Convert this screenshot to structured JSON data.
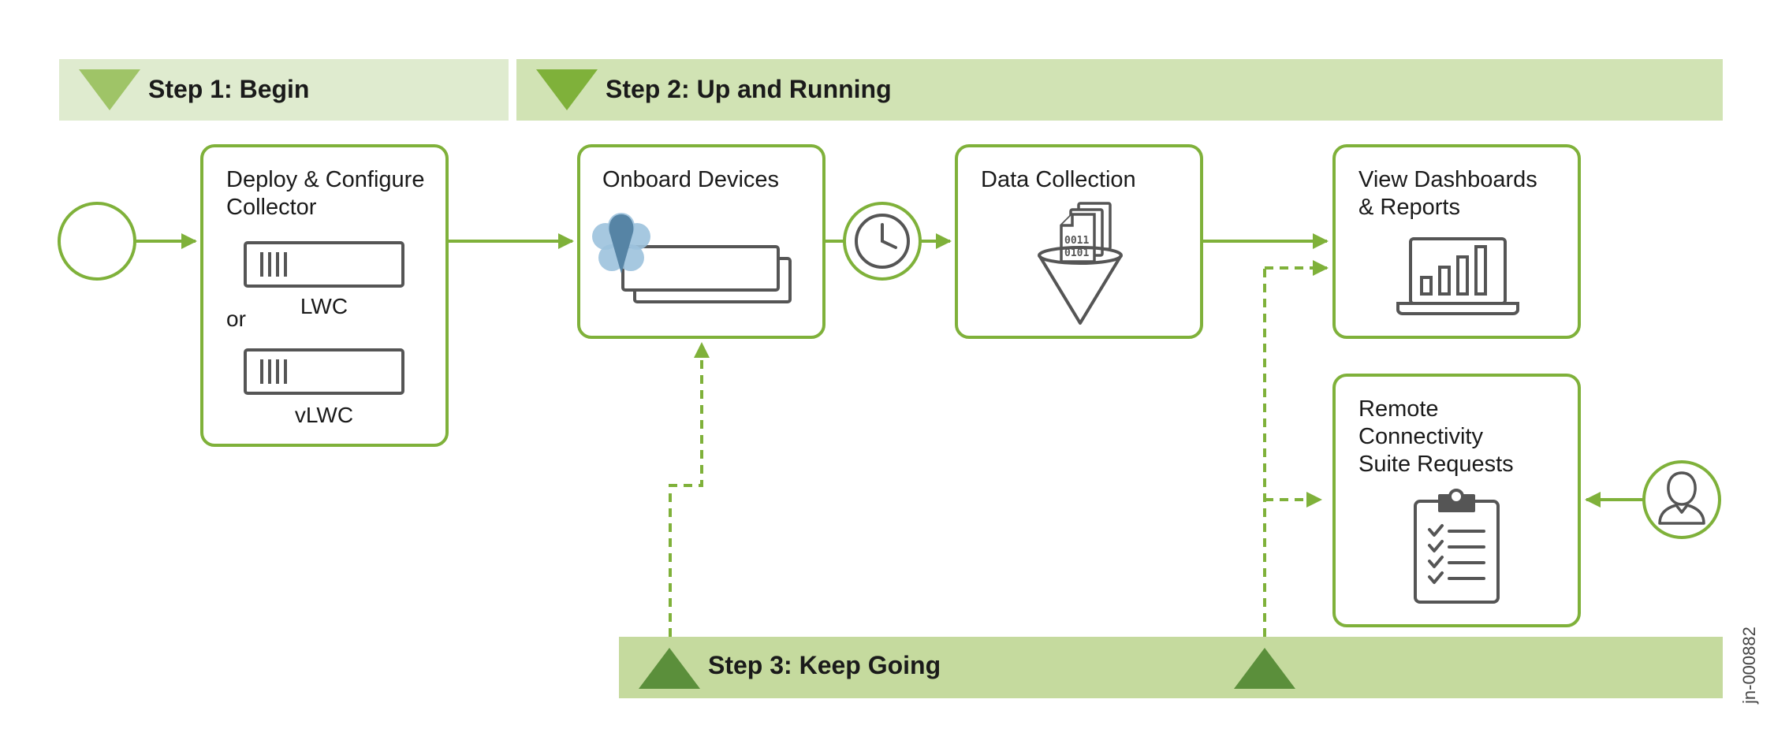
{
  "steps": {
    "step1": "Step 1: Begin",
    "step2": "Step 2: Up and Running",
    "step3": "Step 3: Keep Going"
  },
  "boxes": {
    "deploy": {
      "line1": "Deploy & Configure",
      "line2": "Collector"
    },
    "lwc": "LWC",
    "or": "or",
    "vlwc": "vLWC",
    "onboard": "Onboard Devices",
    "data_collection": "Data Collection",
    "dashboards": {
      "line1": "View Dashboards",
      "line2": "& Reports"
    },
    "remote": {
      "line1": "Remote",
      "line2": "Connectivity",
      "line3": "Suite Requests"
    }
  },
  "binary": {
    "row1": "0011",
    "row2": "0101"
  },
  "figure_id": "jn-000882",
  "colors": {
    "green": "#7fb13a",
    "dark_green": "#5b8f3b",
    "step1_bg": "#dfebcf",
    "step2_bg": "#d1e3b4",
    "step3_bg": "#c5da9e",
    "icon_gray": "#555555",
    "petal_blue": "#9cc2dd",
    "pin_blue": "#5684a5"
  },
  "icons": [
    "start-circle-icon",
    "lwc-appliance-icon",
    "vlwc-appliance-icon",
    "cloud-pin-icon",
    "device-stack-icon",
    "clock-icon",
    "funnel-icon",
    "documents-icon",
    "laptop-chart-icon",
    "clipboard-checklist-icon",
    "user-icon"
  ]
}
